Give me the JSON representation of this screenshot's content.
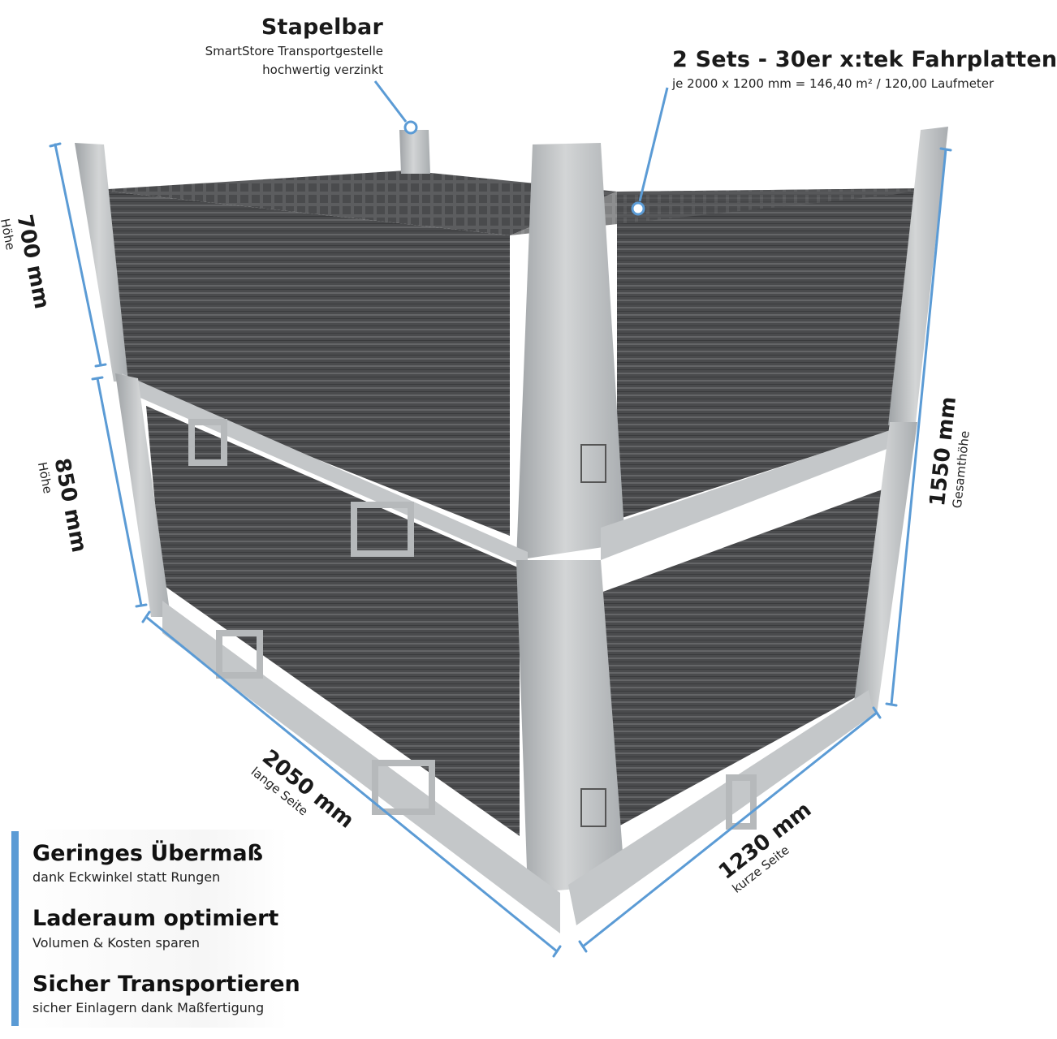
{
  "header_left": {
    "title": "Stapelbar",
    "line1": "SmartStore Transportgestelle",
    "line2": "hochwertig verzinkt"
  },
  "header_right": {
    "title": "2 Sets - 30er x:tek Fahrplatten",
    "line1": "je 2000 x 1200 mm = 146,40 m² / 120,00 Laufmeter"
  },
  "dimensions": {
    "top_height": {
      "value": "700 mm",
      "label": "Höhe"
    },
    "bottom_height": {
      "value": "850 mm",
      "label": "Höhe"
    },
    "total_height": {
      "value": "1550 mm",
      "label": "Gesamthöhe"
    },
    "long_side": {
      "value": "2050 mm",
      "label": "lange Seite"
    },
    "short_side": {
      "value": "1230 mm",
      "label": "kurze Seite"
    }
  },
  "features": [
    {
      "title": "Geringes Übermaß",
      "subtitle": "dank Eckwinkel statt Rungen"
    },
    {
      "title": "Laderaum optimiert",
      "subtitle": "Volumen & Kosten sparen"
    },
    {
      "title": "Sicher Transportieren",
      "subtitle": "sicher Einlagern dank Maßfertigung"
    }
  ],
  "colors": {
    "accent": "#5b9bd5",
    "steel": "#b9bcbf",
    "plates": "#4a4b4d"
  }
}
